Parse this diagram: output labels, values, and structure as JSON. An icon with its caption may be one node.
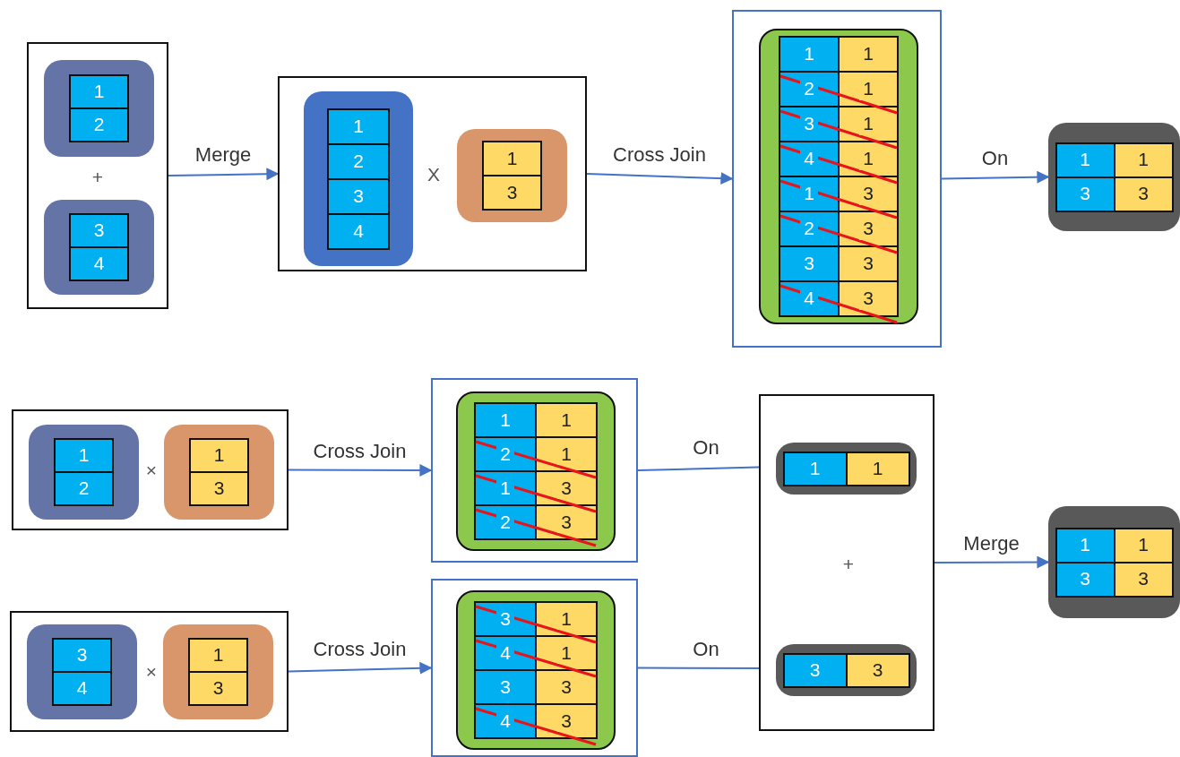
{
  "diagram": {
    "nodes": [
      {
        "text": [
          "+"
        ]
      },
      {
        "text": [
          "1",
          "2"
        ],
        "in": 0
      },
      {
        "text": [
          "3",
          "4"
        ],
        "in": 0
      },
      {
        "text": [
          "X"
        ]
      },
      {
        "text": [
          "1",
          "2",
          "3",
          "4"
        ],
        "in": 3
      },
      {
        "text": [
          "1",
          "3"
        ],
        "in": 3
      },
      {
        "text": [],
        "shape": "box"
      },
      {
        "text": [
          "1",
          "1",
          "2",
          "1",
          "3",
          "1",
          "4",
          "1",
          "1",
          "3",
          "2",
          "3",
          "3",
          "3",
          "4",
          "3"
        ],
        "in": 6
      },
      {
        "text": [
          "1",
          "1",
          "3",
          "3"
        ]
      },
      {
        "text": [
          "×"
        ]
      },
      {
        "text": [
          "1",
          "2"
        ],
        "in": 9
      },
      {
        "text": [
          "1",
          "3"
        ],
        "in": 9
      },
      {
        "text": [],
        "shape": "box"
      },
      {
        "text": [
          "1",
          "1",
          "2",
          "1",
          "1",
          "3",
          "2",
          "3"
        ],
        "in": 12
      },
      {
        "text": [
          "×"
        ]
      },
      {
        "text": [
          "3",
          "4"
        ],
        "in": 14
      },
      {
        "text": [
          "1",
          "3"
        ],
        "in": 14
      },
      {
        "text": [],
        "shape": "box"
      },
      {
        "text": [
          "3",
          "1",
          "4",
          "1",
          "3",
          "3",
          "4",
          "3"
        ],
        "in": 17
      },
      {
        "text": [
          "+"
        ]
      },
      {
        "text": [
          "1",
          "1"
        ],
        "in": 19
      },
      {
        "text": [
          "3",
          "3"
        ],
        "in": 19
      },
      {
        "text": [
          "1",
          "1",
          "3",
          "3"
        ]
      }
    ],
    "edges": [
      {
        "from": 0,
        "to": 3,
        "arrow": "to",
        "label": "Merge"
      },
      {
        "from": 3,
        "to": 6,
        "arrow": "to",
        "label": "Cross Join"
      },
      {
        "from": 6,
        "to": 8,
        "arrow": "to",
        "label": "On"
      },
      {
        "from": 9,
        "to": 12,
        "arrow": "to",
        "label": "Cross Join"
      },
      {
        "from": 12,
        "to": 20,
        "arrow": "to",
        "label": "On"
      },
      {
        "from": 14,
        "to": 17,
        "arrow": "to",
        "label": "Cross Join"
      },
      {
        "from": 17,
        "to": 21,
        "arrow": "to",
        "label": "On"
      },
      {
        "from": 19,
        "to": 22,
        "arrow": "to",
        "label": "Merge"
      }
    ]
  }
}
